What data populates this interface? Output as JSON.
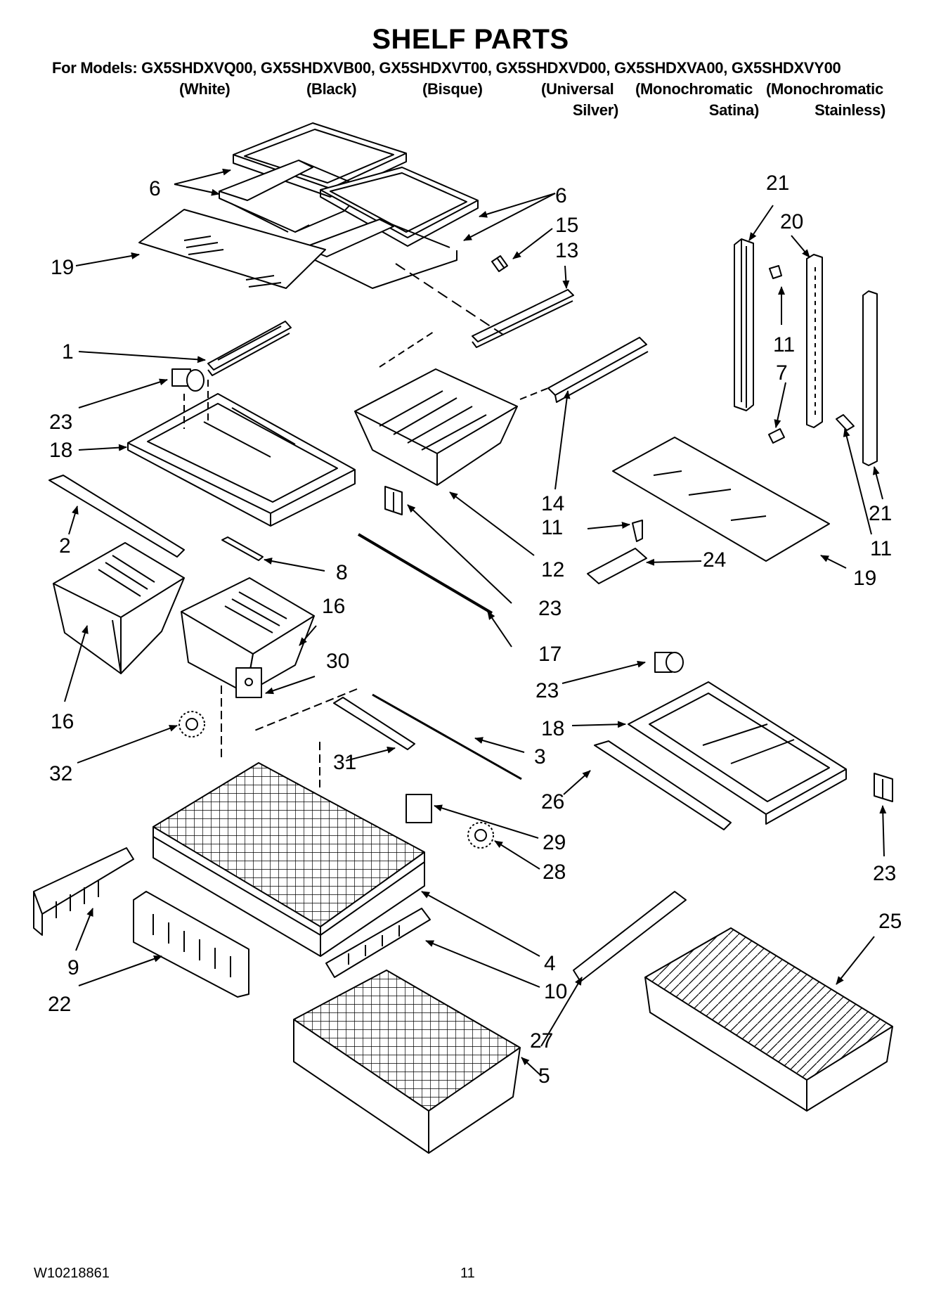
{
  "title": "SHELF PARTS",
  "models_line": "For Models: GX5SHDXVQ00, GX5SHDXVB00, GX5SHDXVT00, GX5SHDXVD00, GX5SHDXVA00, GX5SHDXVY00",
  "colors": {
    "white": "(White)",
    "black": "(Black)",
    "bisque": "(Bisque)",
    "universal_1": "(Universal",
    "universal_2": "Silver)",
    "mono_satina_1": "(Monochromatic",
    "mono_satina_2": "Satina)",
    "mono_stainless_1": "(Monochromatic",
    "mono_stainless_2": "Stainless)"
  },
  "callouts": [
    "6",
    "6",
    "19",
    "15",
    "13",
    "1",
    "23",
    "18",
    "21",
    "20",
    "11",
    "7",
    "21",
    "11",
    "14",
    "12",
    "11",
    "24",
    "19",
    "2",
    "8",
    "16",
    "16",
    "23",
    "17",
    "30",
    "32",
    "23",
    "18",
    "3",
    "31",
    "26",
    "29",
    "28",
    "23",
    "9",
    "22",
    "4",
    "10",
    "25",
    "27",
    "5"
  ],
  "footer": {
    "doc_number": "W10218861",
    "page_number": "11"
  }
}
